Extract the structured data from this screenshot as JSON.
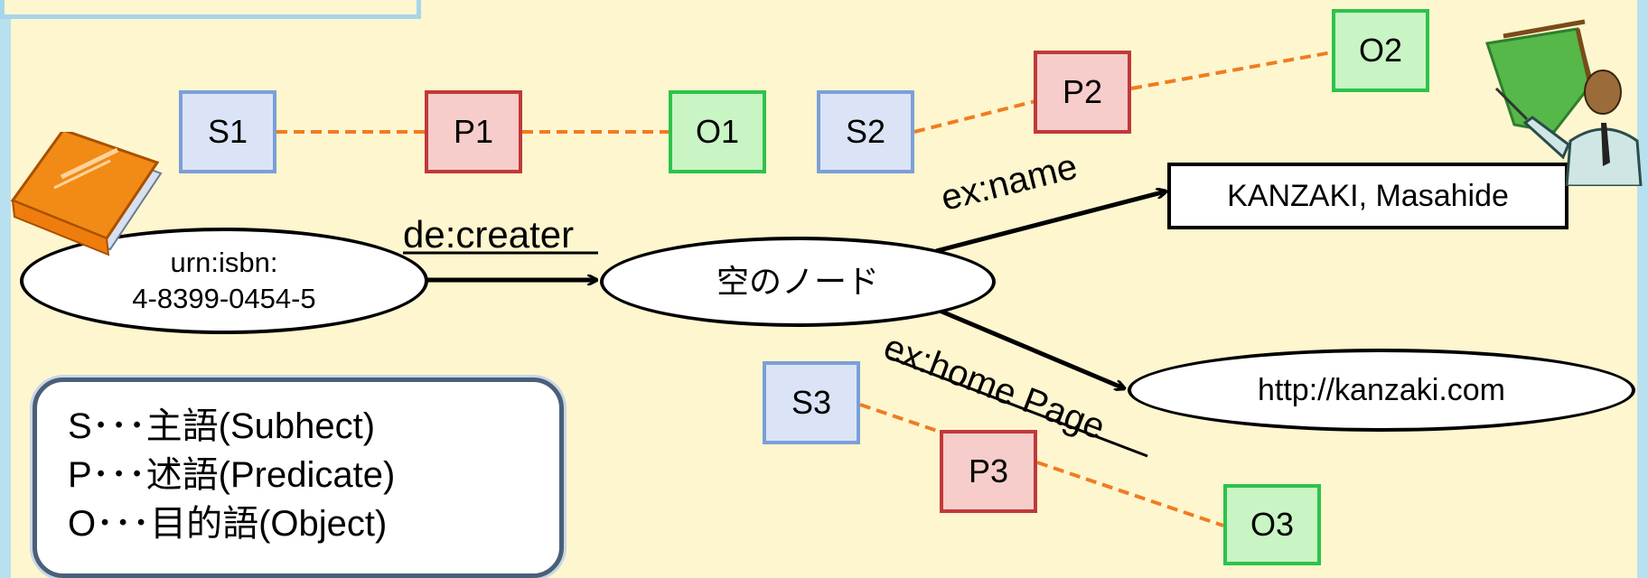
{
  "nodes": {
    "s1": "S1",
    "p1": "P1",
    "o1": "O1",
    "s2": "S2",
    "p2": "P2",
    "o2": "O2",
    "s3": "S3",
    "p3": "P3",
    "o3": "O3"
  },
  "graph": {
    "subject_line1": "urn:isbn:",
    "subject_line2": "4-8399-0454-5",
    "blank_node": "空のノード",
    "name_object": "KANZAKI, Masahide",
    "homepage_object": "http://kanzaki.com",
    "edge_creator": "de:creater",
    "edge_name": "ex:name",
    "edge_homepage": "ex:home Page"
  },
  "legend": [
    "S･･･主語(Subhect)",
    "P･･･述語(Predicate)",
    "O･･･目的語(Object)"
  ],
  "colors": {
    "subject_fill": "#dbe4f6",
    "predicate_fill": "#f6cdca",
    "object_fill": "#c8f5c3",
    "dashed_line": "#f07c22"
  },
  "icons": [
    "book-icon",
    "presenter-icon"
  ]
}
